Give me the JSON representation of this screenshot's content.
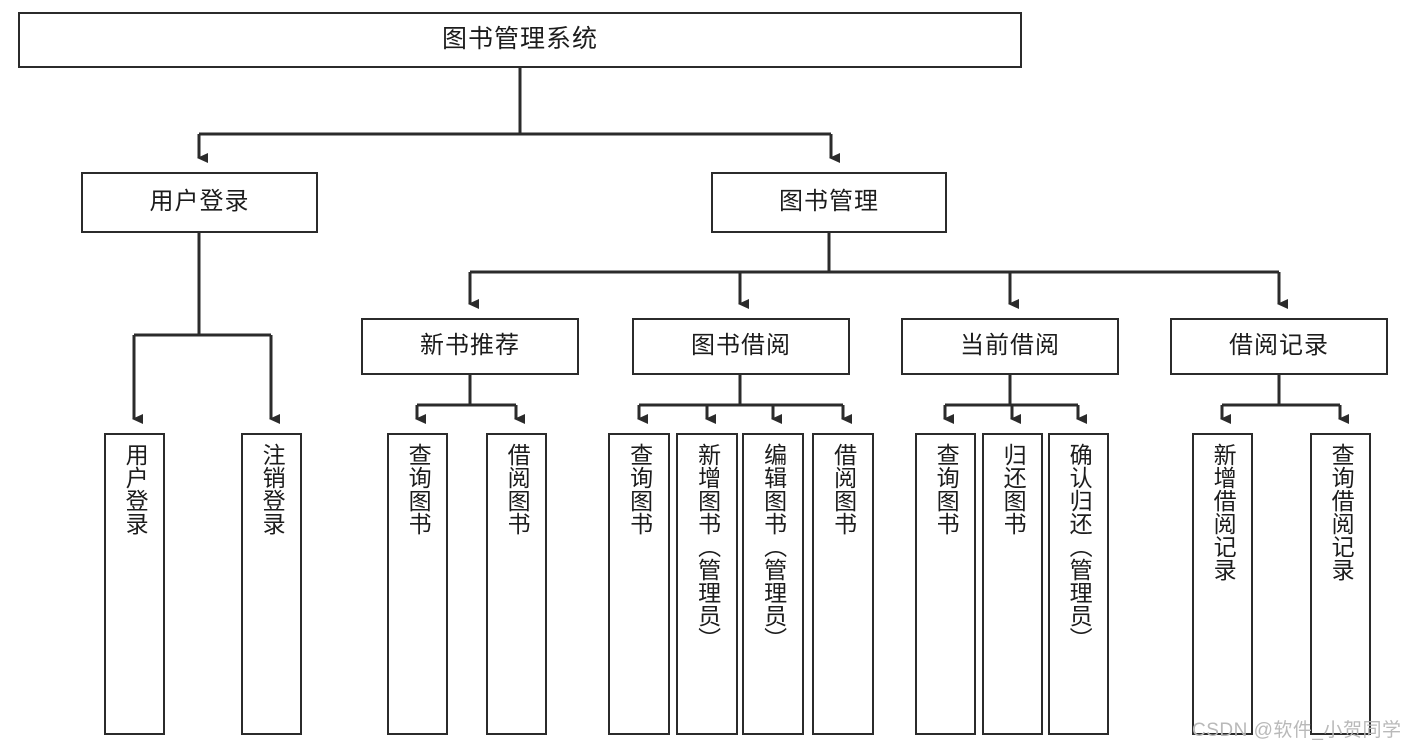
{
  "diagram": {
    "title_box": {
      "label": "图书管理系统"
    },
    "tier2": [
      {
        "id": "user-login",
        "label": "用户登录"
      },
      {
        "id": "book-manage",
        "label": "图书管理"
      }
    ],
    "tier3": [
      {
        "id": "new-book-recommend",
        "label": "新书推荐"
      },
      {
        "id": "book-borrow",
        "label": "图书借阅"
      },
      {
        "id": "current-borrow",
        "label": "当前借阅"
      },
      {
        "id": "borrow-record",
        "label": "借阅记录"
      }
    ],
    "leaves": {
      "user_login": [
        {
          "id": "leaf-user-login",
          "label": "用户登录"
        },
        {
          "id": "leaf-logout-login",
          "label": "注销登录"
        }
      ],
      "new_book_recommend": [
        {
          "id": "leaf-query-book-1",
          "label": "查询图书"
        },
        {
          "id": "leaf-borrow-book-1",
          "label": "借阅图书"
        }
      ],
      "book_borrow": [
        {
          "id": "leaf-query-book-2",
          "label": "查询图书"
        },
        {
          "id": "leaf-add-book",
          "label": "新增图书（管理员）"
        },
        {
          "id": "leaf-edit-book",
          "label": "编辑图书（管理员）"
        },
        {
          "id": "leaf-borrow-book-2",
          "label": "借阅图书"
        }
      ],
      "current_borrow": [
        {
          "id": "leaf-query-book-3",
          "label": "查询图书"
        },
        {
          "id": "leaf-return-book",
          "label": "归还图书"
        },
        {
          "id": "leaf-confirm-return",
          "label": "确认归还（管理员）"
        }
      ],
      "borrow_record": [
        {
          "id": "leaf-add-record",
          "label": "新增借阅记录"
        },
        {
          "id": "leaf-query-record",
          "label": "查询借阅记录"
        }
      ]
    }
  },
  "watermark": {
    "text": "CSDN @软件_小贺同学"
  },
  "colors": {
    "stroke": "#2b2b2b",
    "box_fill": "#ffffff",
    "text": "#1c1c1c",
    "watermark": "#b9b9b9",
    "background": "#ffffff"
  }
}
